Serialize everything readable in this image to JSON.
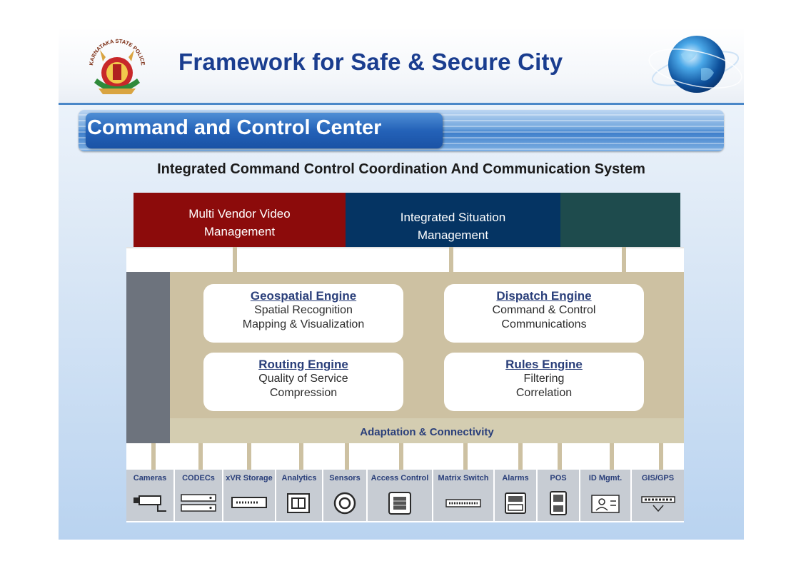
{
  "slide": {
    "title": "Framework for Safe & Secure City",
    "banner": "Command and Control Center",
    "subtitle": "Integrated Command Control Coordination And Communication System",
    "logo_text": "KARNATAKA STATE POLICE"
  },
  "headers": [
    {
      "line1": "Multi Vendor Video",
      "line2": "Management"
    },
    {
      "line1": "Integrated Situation",
      "line2": "Management"
    },
    {
      "line1": "",
      "line2": ""
    }
  ],
  "engines": [
    {
      "title": "Geospatial Engine",
      "line1": "Spatial Recognition",
      "line2": "Mapping & Visualization"
    },
    {
      "title": "Dispatch Engine",
      "line1": "Command & Control",
      "line2": "Communications"
    },
    {
      "title": "Routing Engine",
      "line1": "Quality of Service",
      "line2": "Compression"
    },
    {
      "title": "Rules Engine",
      "line1": "Filtering",
      "line2": "Correlation"
    }
  ],
  "adaptation": "Adaptation & Connectivity",
  "devices": [
    {
      "label": "Cameras",
      "icon": "camera-icon"
    },
    {
      "label": "CODECs",
      "icon": "codec-icon"
    },
    {
      "label": "xVR Storage",
      "icon": "storage-icon"
    },
    {
      "label": "Analytics",
      "icon": "analytics-icon"
    },
    {
      "label": "Sensors",
      "icon": "sensor-icon"
    },
    {
      "label": "Access Control",
      "icon": "access-control-icon"
    },
    {
      "label": "Matrix Switch",
      "icon": "matrix-switch-icon"
    },
    {
      "label": "Alarms",
      "icon": "alarm-icon"
    },
    {
      "label": "POS",
      "icon": "pos-icon"
    },
    {
      "label": "ID Mgmt.",
      "icon": "id-card-icon"
    },
    {
      "label": "GIS/GPS",
      "icon": "gps-icon"
    }
  ],
  "colors": {
    "title": "#1a3d8f",
    "header_red": "#8c0b0b",
    "header_navy": "#053463",
    "header_teal": "#1e4b4d",
    "tan_panel": "#cdc1a2",
    "left_bar": "#6d737d"
  }
}
